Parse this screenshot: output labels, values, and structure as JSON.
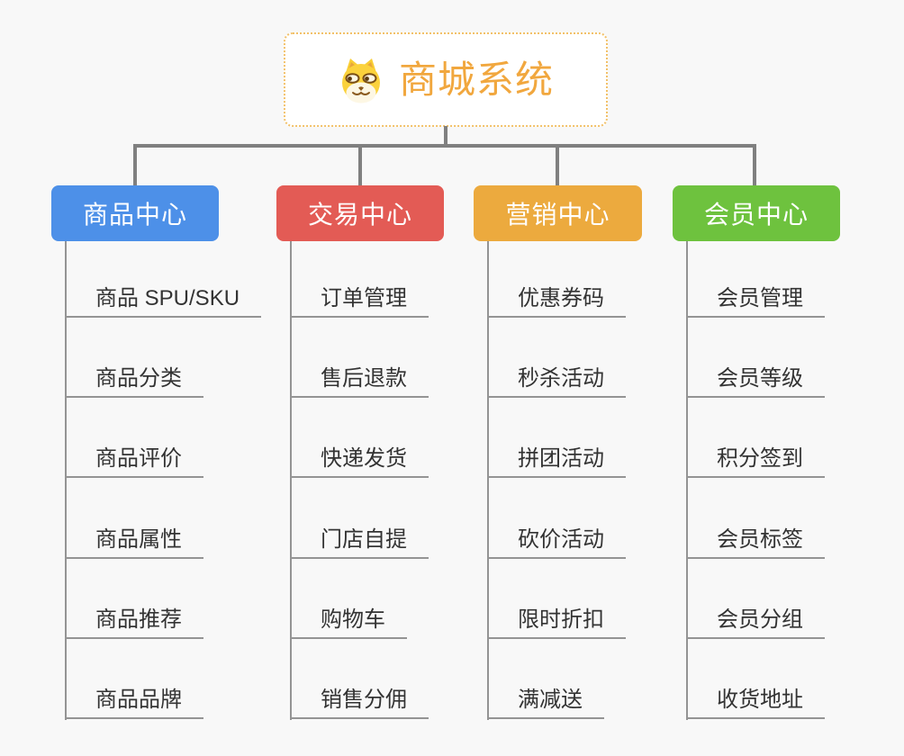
{
  "root": {
    "title": "商城系统",
    "icon": "dog-face-icon"
  },
  "branches": [
    {
      "label": "商品中心",
      "color": "#4d90e8",
      "children": [
        "商品 SPU/SKU",
        "商品分类",
        "商品评价",
        "商品属性",
        "商品推荐",
        "商品品牌"
      ]
    },
    {
      "label": "交易中心",
      "color": "#e35b55",
      "children": [
        "订单管理",
        "售后退款",
        "快递发货",
        "门店自提",
        "购物车",
        "销售分佣"
      ]
    },
    {
      "label": "营销中心",
      "color": "#ecaa3e",
      "children": [
        "优惠券码",
        "秒杀活动",
        "拼团活动",
        "砍价活动",
        "限时折扣",
        "满减送"
      ]
    },
    {
      "label": "会员中心",
      "color": "#6ec23e",
      "children": [
        "会员管理",
        "会员等级",
        "积分签到",
        "会员标签",
        "会员分组",
        "收货地址"
      ]
    }
  ],
  "colors": {
    "background": "#f8f8f8",
    "connector": "#808080",
    "leaf_line": "#949494",
    "leaf_text": "#333333",
    "root_text": "#f1a73e",
    "root_border": "#f2c169",
    "root_background": "#ffffff"
  }
}
